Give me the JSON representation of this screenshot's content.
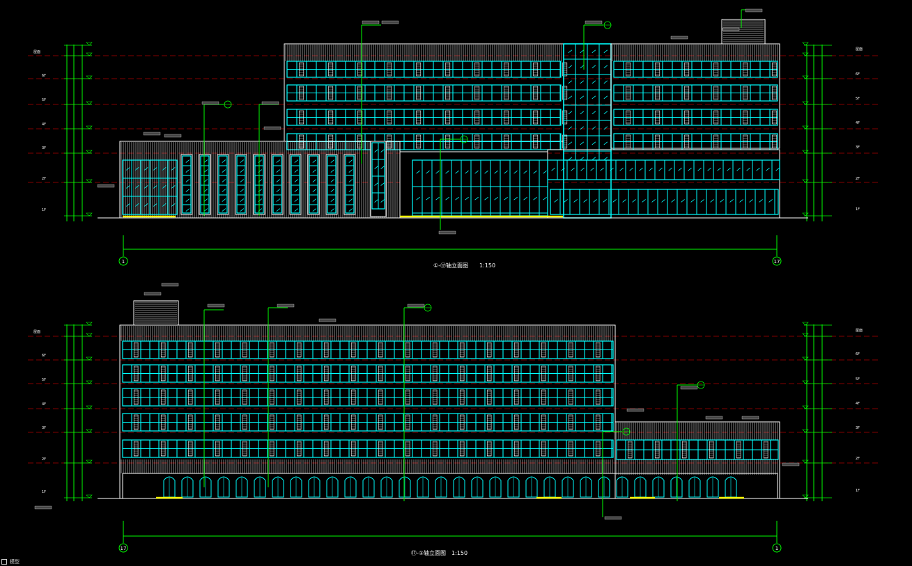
{
  "drawing": {
    "background": "#000000",
    "colors": {
      "dimension": "#00ff00",
      "glass": "#00ffff",
      "outline": "#ffffff",
      "level_line": "#b00000",
      "ground_highlight": "#ffff00",
      "mullion": "#ffffff"
    }
  },
  "elevations": [
    {
      "title": "①-⑰轴立面图",
      "scale": "1:150",
      "start_axis": "1",
      "end_axis": "17",
      "floor_labels_left": [
        "屋面",
        "6F",
        "5F",
        "4F",
        "3F",
        "2F",
        "1F"
      ],
      "floor_labels_right": [
        "屋面",
        "6F",
        "5F",
        "4F",
        "3F",
        "2F",
        "1F"
      ]
    },
    {
      "title": "⑰-①轴立面图",
      "scale": "1:150",
      "start_axis": "17",
      "end_axis": "1",
      "floor_labels_left": [
        "屋面",
        "6F",
        "5F",
        "4F",
        "3F",
        "2F",
        "1F"
      ],
      "floor_labels_right": [
        "屋面",
        "6F",
        "5F",
        "4F",
        "3F",
        "2F",
        "1F"
      ]
    }
  ],
  "status_bar": {
    "icon": "layout-icon",
    "text": "模型"
  }
}
